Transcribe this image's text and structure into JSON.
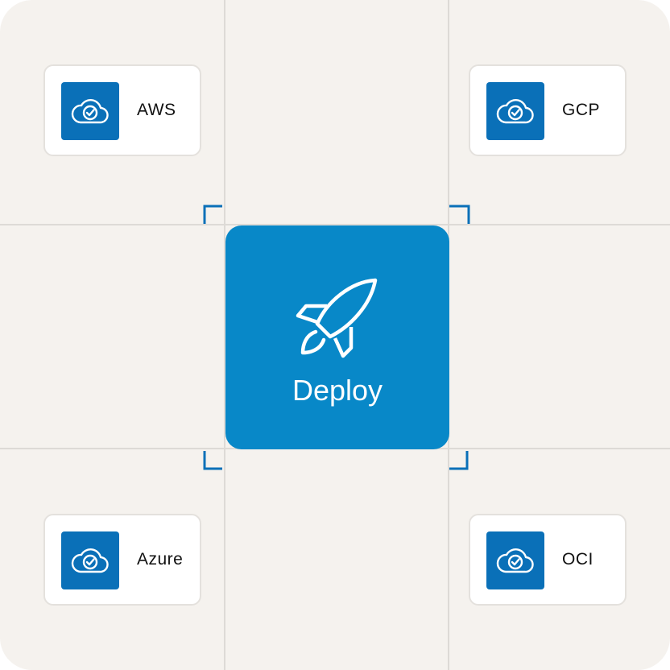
{
  "center": {
    "label": "Deploy",
    "icon": "rocket-icon",
    "color": "#0888c8"
  },
  "providers": [
    {
      "label": "AWS",
      "icon": "cloud-check-icon"
    },
    {
      "label": "GCP",
      "icon": "cloud-check-icon"
    },
    {
      "label": "Azure",
      "icon": "cloud-check-icon"
    },
    {
      "label": "OCI",
      "icon": "cloud-check-icon"
    }
  ],
  "colors": {
    "background": "#f5f2ee",
    "gridline": "#dddad6",
    "icon_tile": "#0a70b8",
    "accent": "#0a70b8"
  }
}
